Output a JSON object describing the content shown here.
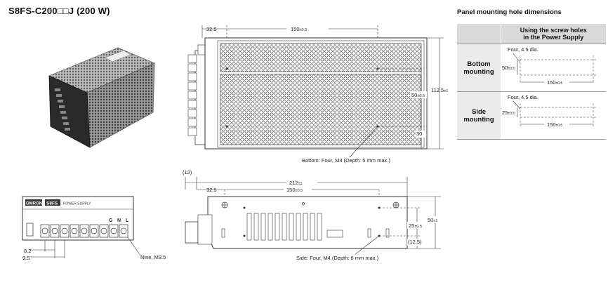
{
  "title": "S8FS-C200□□J (200 W)",
  "top_view": {
    "dim_left": "32.5",
    "dim_width": "150",
    "dim_width_tol": "±0.5",
    "dim_mid": "50",
    "dim_mid_tol": "±0.5",
    "dim_height": "112.5",
    "dim_height_tol": "±1",
    "dim_bottom": "30",
    "note": "Bottom: Four, M4 (Depth: 5 mm max.)"
  },
  "side_view": {
    "dim_offset": "(12)",
    "dim_total": "212",
    "dim_total_tol": "±1",
    "dim_left": "32.5",
    "dim_width": "150",
    "dim_width_tol": "±0.5",
    "dim_mid": "25",
    "dim_mid_tol": "±0.5",
    "dim_height": "50",
    "dim_height_tol": "±1",
    "dim_bottom": "(12.5)",
    "note": "Side: Four, M4 (Depth: 6 mm max.)"
  },
  "front_view": {
    "brand": "OMRON",
    "model": "S8FS",
    "label": "POWER SUPPLY",
    "dim_a": "8.2",
    "dim_b": "9.5",
    "terminal_note": "Nine, M3.5"
  },
  "panel": {
    "title": "Panel mounting hole dimensions",
    "column_header_line1": "Using the screw holes",
    "column_header_line2": "in the Power Supply",
    "rows": [
      {
        "label_line1": "Bottom",
        "label_line2": "mounting",
        "hole_note": "Four, 4.5 dia.",
        "dim_v": "50",
        "dim_v_tol": "±0.5",
        "dim_h": "150",
        "dim_h_tol": "±0.5"
      },
      {
        "label_line1": "Side",
        "label_line2": "mounting",
        "hole_note": "Four, 4.5 dia.",
        "dim_v": "25",
        "dim_v_tol": "±0.5",
        "dim_h": "150",
        "dim_h_tol": "±0.5"
      }
    ]
  }
}
